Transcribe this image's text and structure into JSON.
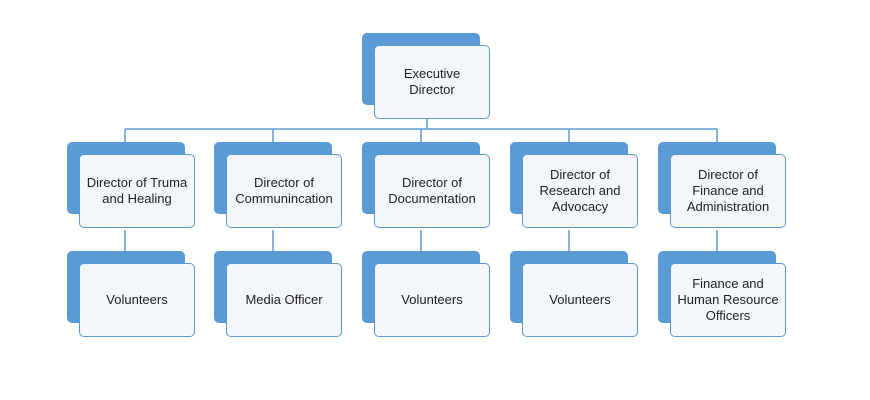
{
  "colors": {
    "box_fill": "#5b9bd5",
    "card_fill": "#f3f7fc",
    "border": "#5b9bd5",
    "connector": "#5b9bd5",
    "text": "#222222"
  },
  "nodes": {
    "executive": "Executive Director",
    "dir_trauma": "Director of Truma and Healing",
    "dir_comm": "Director of Communincation",
    "dir_doc": "Director of Documentation",
    "dir_research": "Director of Research and Advocacy",
    "dir_finance": "Director of Finance and Administration",
    "sub_trauma": "Volunteers",
    "sub_comm": "Media Officer",
    "sub_doc": "Volunteers",
    "sub_research": "Volunteers",
    "sub_finance": "Finance and Human Resource Officers"
  }
}
